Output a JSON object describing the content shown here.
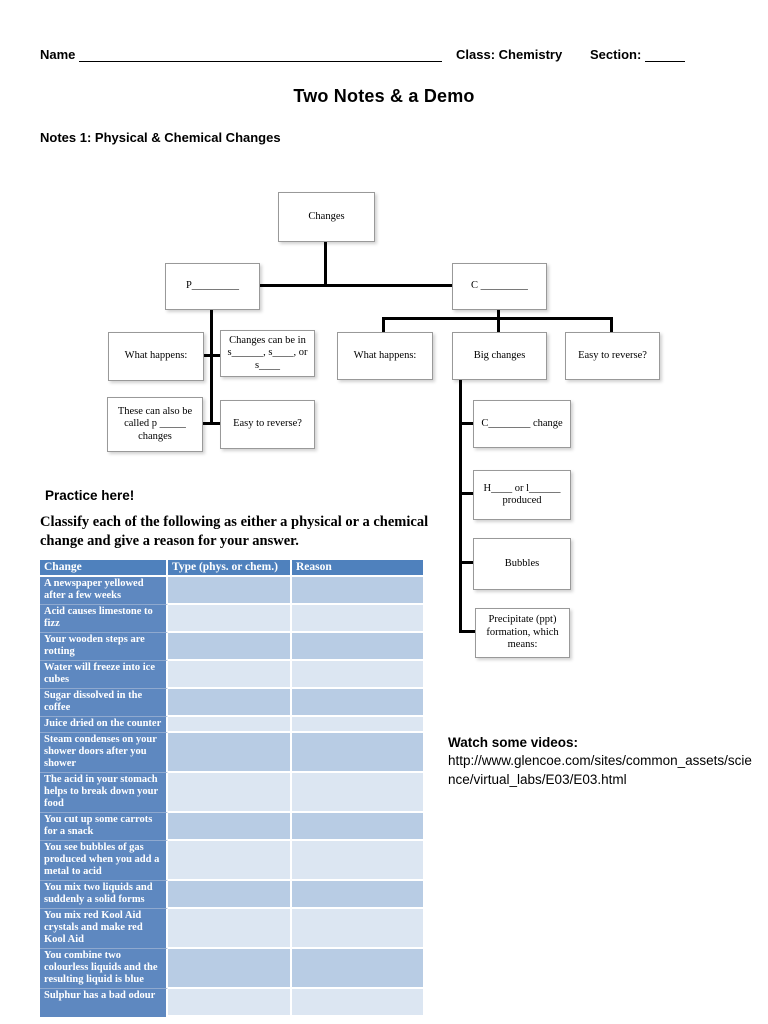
{
  "header": {
    "name_label": "Name",
    "class_label": "Class: Chemistry",
    "section_label": "Section:"
  },
  "title": "Two Notes & a Demo",
  "notes_heading": "Notes 1: Physical & Chemical Changes",
  "flowchart": {
    "changes": "Changes",
    "physical": "P_________",
    "chemical": "C _________",
    "left_what": "What happens:",
    "left_states": "Changes can be in s______, s____, or s____",
    "left_called": "These can also be called p _____ changes",
    "left_easy": "Easy to reverse?",
    "right_what": "What happens:",
    "right_big": "Big changes",
    "right_easy": "Easy to reverse?",
    "colour_change": "C________ change",
    "heat_light": "H____ or l______ produced",
    "bubbles": "Bubbles",
    "precipitate": "Precipitate (ppt) formation, which means:"
  },
  "practice": {
    "heading": "Practice here!",
    "instructions": "Classify each of the following as either a physical or a chemical change and give a reason for your answer."
  },
  "table": {
    "headers": [
      "Change",
      "Type (phys. or chem.)",
      "Reason"
    ],
    "rows": [
      "A newspaper yellowed after a few weeks",
      "Acid causes limestone to fizz",
      "Your wooden steps are rotting",
      "Water will freeze into ice cubes",
      "Sugar dissolved in the coffee",
      "Juice dried on the counter",
      "Steam condenses on your shower doors after you shower",
      "The acid in your stomach helps to break down your food",
      "You cut up some carrots for a snack",
      "You see bubbles of gas produced when you add a metal to acid",
      "You mix two liquids and suddenly a solid forms",
      "You mix red Kool Aid crystals and make red Kool Aid",
      "You combine two colourless liquids and the resulting liquid is blue",
      "Sulphur has a bad odour"
    ]
  },
  "videos": {
    "heading": "Watch some videos:",
    "url": "http://www.glencoe.com/sites/common_assets/science/virtual_labs/E03/E03.html"
  },
  "colors": {
    "header_bg": "#4f81bd",
    "label_bg": "#5e88c0",
    "row_dark": "#b8cce4",
    "row_light": "#dce6f2",
    "label_divider": "#8fa9cf"
  }
}
